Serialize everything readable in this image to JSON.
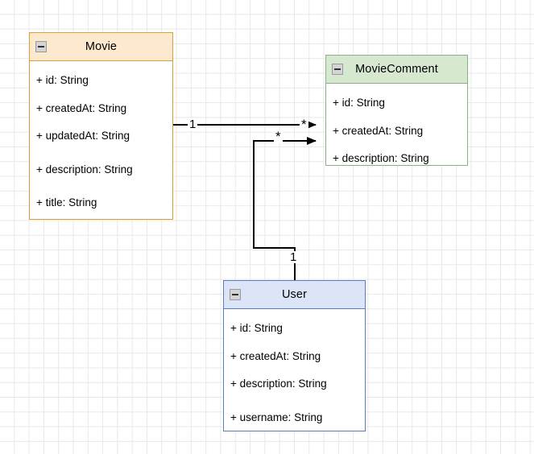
{
  "diagram": {
    "type": "uml-class-diagram",
    "background": "grid-canvas",
    "grid_color": "#e8e8e8",
    "classes": [
      {
        "id": "movie",
        "name": "Movie",
        "accent": "#d6a136",
        "header_fill": "#fce9ce",
        "collapse_icon": "minus-square-icon",
        "attributes": [
          "+ id: String",
          "+ createdAt: String",
          "+ updatedAt: String",
          "+ description: String",
          "+ title: String"
        ]
      },
      {
        "id": "moviecomment",
        "name": "MovieComment",
        "accent": "#87b181",
        "header_fill": "#d6e8d0",
        "collapse_icon": "minus-square-icon",
        "attributes": [
          "+ id: String",
          "+ createdAt: String",
          "+ description: String"
        ]
      },
      {
        "id": "user",
        "name": "User",
        "accent": "#5b7bbd",
        "header_fill": "#dbe5f7",
        "collapse_icon": "minus-square-icon",
        "attributes": [
          "+ id: String",
          "+ createdAt: String",
          "+ description: String",
          "+ username: String"
        ]
      }
    ],
    "edges": [
      {
        "id": "movie-to-moviecomment",
        "from": "movie",
        "to": "moviecomment",
        "source_multiplicity": "1",
        "target_multiplicity": "*",
        "arrow": "filled-arrowhead"
      },
      {
        "id": "user-to-moviecomment",
        "from": "user",
        "to": "moviecomment",
        "source_multiplicity": "1",
        "target_multiplicity": "*",
        "arrow": "filled-arrowhead"
      }
    ]
  }
}
